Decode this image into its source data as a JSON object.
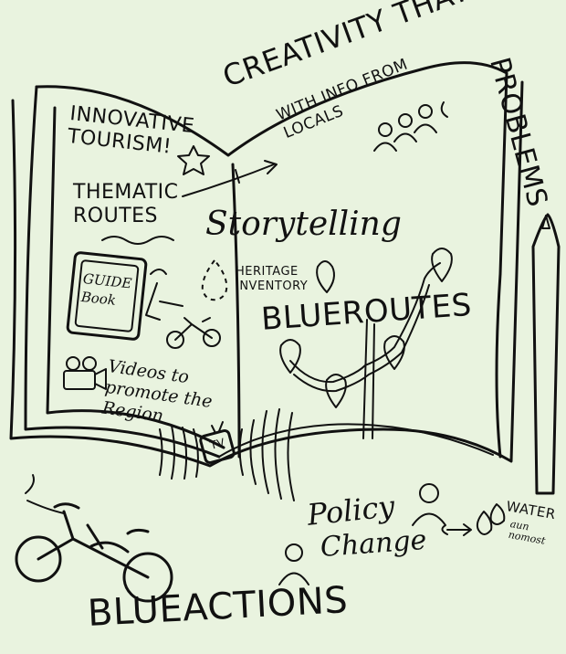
{
  "texts": {
    "creativity_title": "CREATIVITY THAT SOLVE",
    "problems": "PROBLEMS",
    "innovative_tourism": "INNOVATIVE\nTOURISM!",
    "with_info": "WITH INFO FROM\nLOCALS",
    "thematic_routes": "THEMATIC\nROUTES",
    "storytelling": "Storytelling",
    "guide_book": "GUIDE\nBook",
    "heritage_inventory": "HERITAGE\nINVENTORY",
    "blueroutes": "BLUEROUTES",
    "videos": "Videos to\npromote the\nRegion",
    "tv": "TV",
    "policy": "Policy",
    "change": "Change",
    "water": "WATER",
    "water_sub": "aun\nnomost",
    "blue_actions": "BLUEACTIONS"
  },
  "icons": [
    "star-icon",
    "people-icon",
    "book-icon",
    "bicycle-icon",
    "camera-icon",
    "tv-icon",
    "map-pin-icon",
    "person-icon",
    "water-drop-icon",
    "pencil-icon"
  ],
  "colors": {
    "background": "#e9f3df",
    "ink": "#111111"
  }
}
